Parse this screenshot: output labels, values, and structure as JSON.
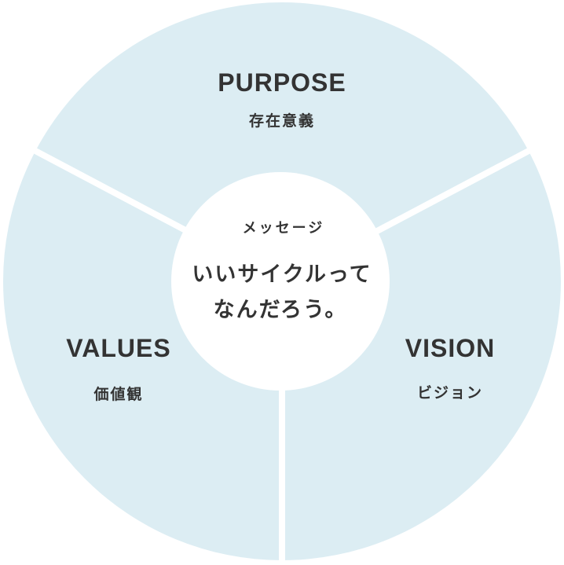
{
  "colors": {
    "segment_fill": "#dcedf3",
    "divider": "#ffffff",
    "center_fill": "#ffffff",
    "text": "#333333"
  },
  "segments": {
    "purpose": {
      "title": "PURPOSE",
      "subtitle": "存在意義"
    },
    "values": {
      "title": "VALUES",
      "subtitle": "価値観"
    },
    "vision": {
      "title": "VISION",
      "subtitle": "ビジョン"
    }
  },
  "center": {
    "label": "メッセージ",
    "line1": "いいサイクルって",
    "line2": "なんだろう。"
  }
}
